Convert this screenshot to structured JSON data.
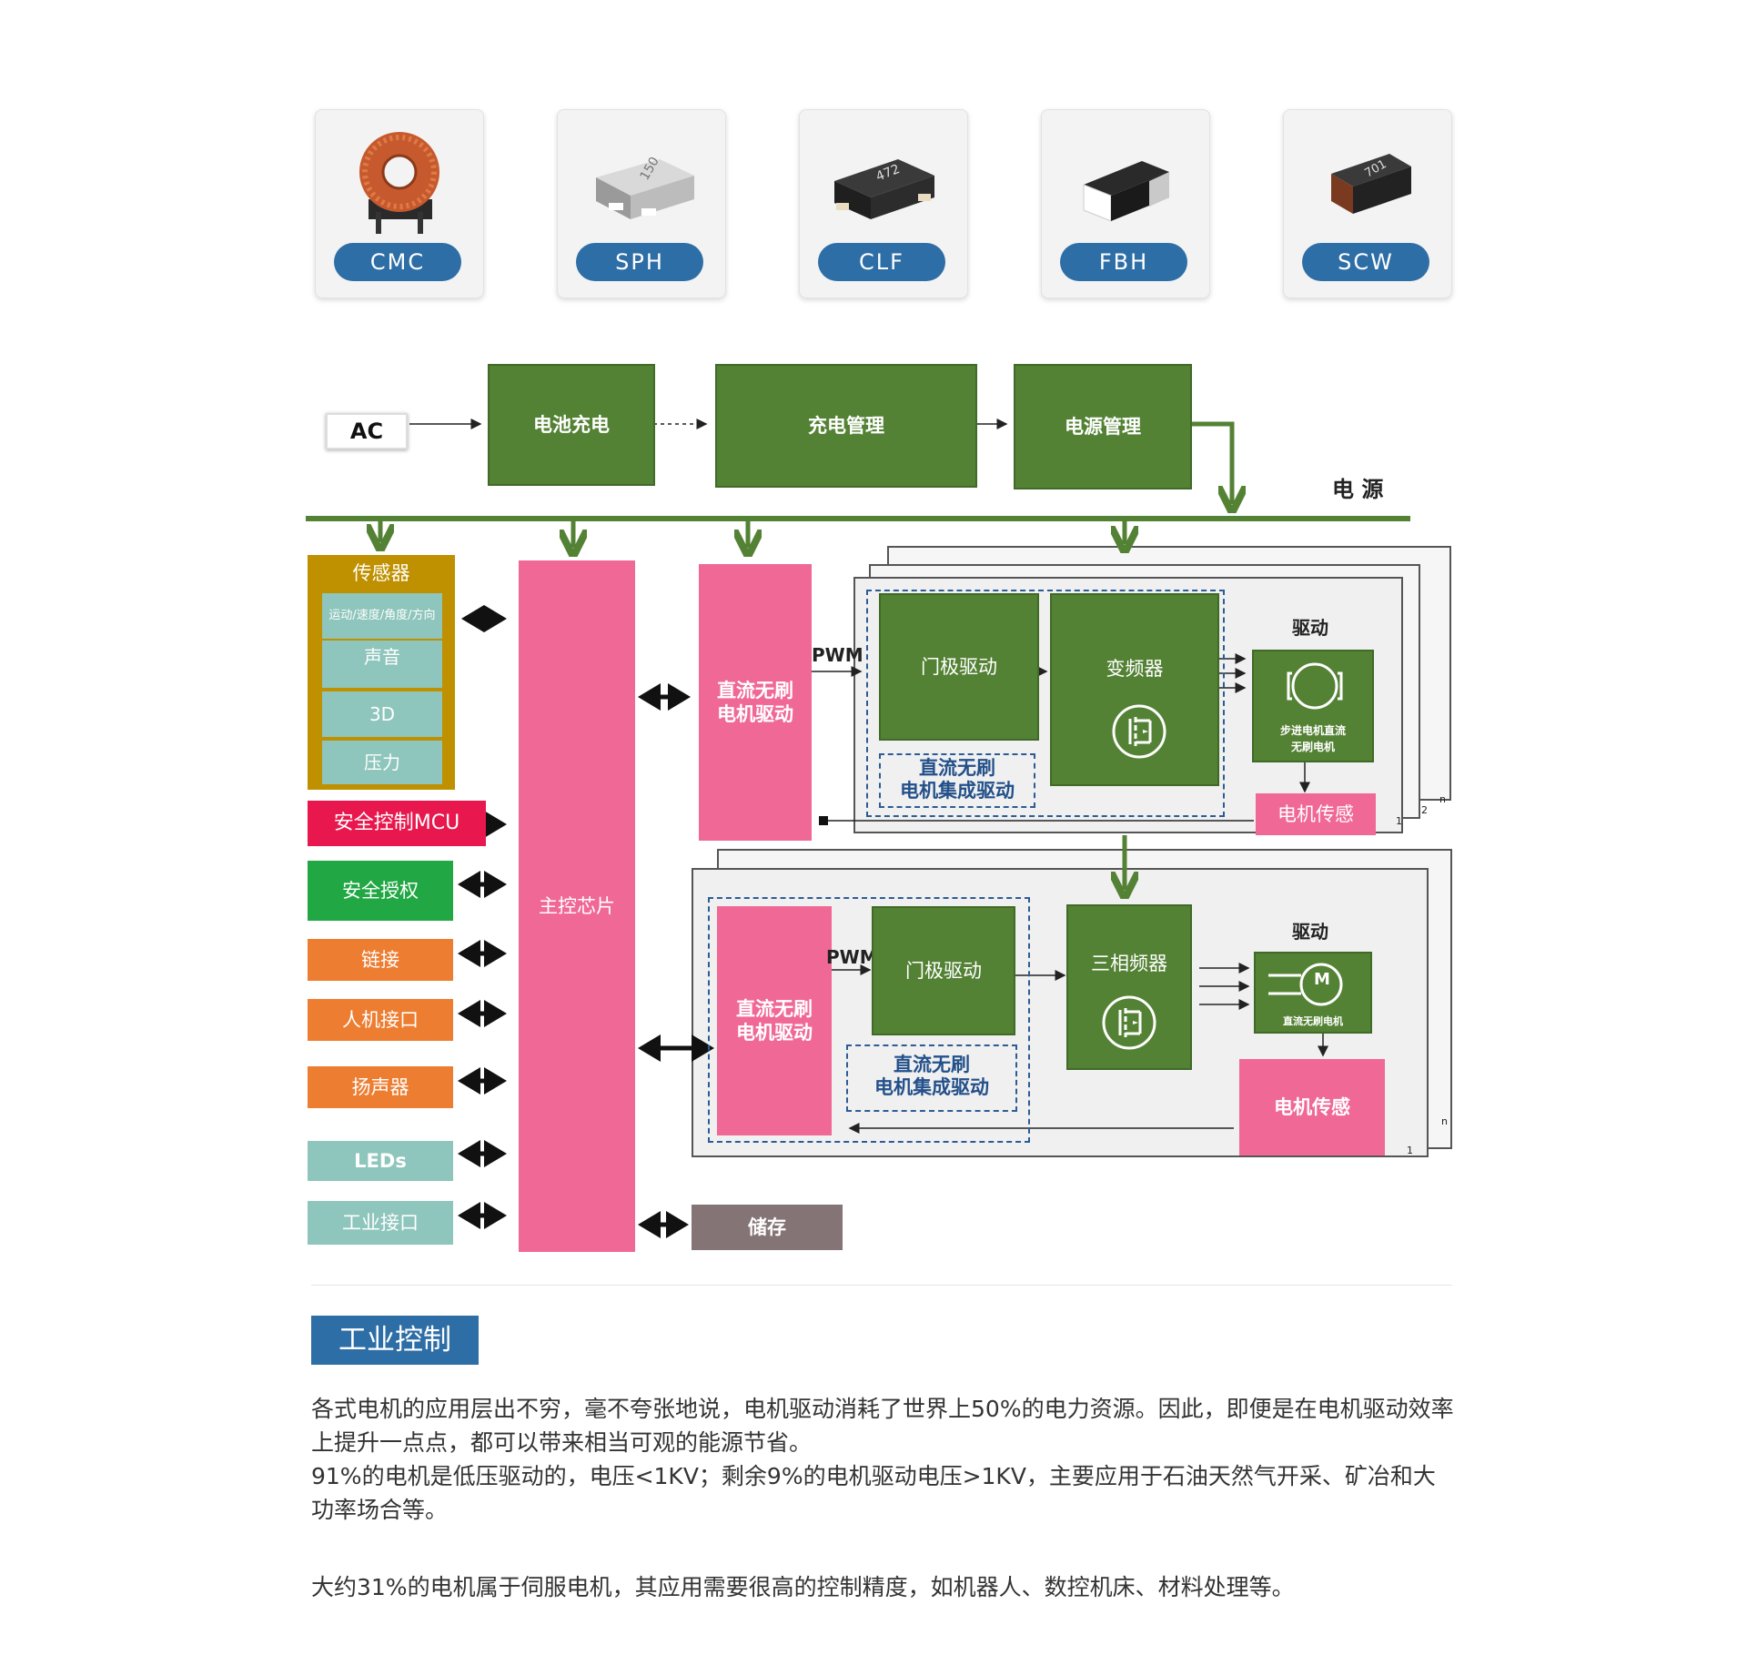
{
  "products": [
    {
      "label": "CMC",
      "icon": "toroid-inductor-icon"
    },
    {
      "label": "SPH",
      "icon": "smd-power-inductor-icon",
      "marking": "150"
    },
    {
      "label": "CLF",
      "icon": "smd-inductor-icon",
      "marking": "472"
    },
    {
      "label": "FBH",
      "icon": "ferrite-bead-icon"
    },
    {
      "label": "SCW",
      "icon": "chip-inductor-icon",
      "marking": "701"
    }
  ],
  "diagram": {
    "ac": "AC",
    "battery_charge": "电池充电",
    "charge_mgmt": "充电管理",
    "power_mgmt": "电源管理",
    "power_bus": "电 源",
    "sensor": {
      "title": "传感器",
      "items": [
        "运动/速度/角度/方向",
        "声音",
        "3D",
        "压力"
      ]
    },
    "left_blocks": [
      "安全控制MCU",
      "安全授权",
      "链接",
      "人机接口",
      "扬声器",
      "LEDs",
      "工业接口"
    ],
    "main_chip": "主控芯片",
    "storage": "储存",
    "upper": {
      "bldc_driver": "直流无刷\n电机驱动",
      "pwm": "PWM",
      "gate_drive": "门极驱动",
      "inverter": "变频器",
      "integrated": "直流无刷\n电机集成驱动",
      "drive": "驱动",
      "motor": "步进电机直流\n无刷电机",
      "motor_sense": "电机传感",
      "stack": [
        "1",
        "2",
        "n"
      ]
    },
    "lower": {
      "bldc_driver": "直流无刷\n电机驱动",
      "pwm": "PWM",
      "gate_drive": "门极驱动",
      "inverter": "三相频器",
      "integrated": "直流无刷\n电机集成驱动",
      "drive": "驱动",
      "motor_letter": "M",
      "motor": "直流无刷电机",
      "motor_sense": "电机传感",
      "stack": [
        "1",
        "n"
      ]
    }
  },
  "section": {
    "tag": "工业控制",
    "p1": "各式电机的应用层出不穷，毫不夸张地说，电机驱动消耗了世界上50%的电力资源。因此，即便是在电机驱动效率上提升一点点，都可以带来相当可观的能源节省。",
    "p2": "91%的电机是低压驱动的，电压<1KV；剩余9%的电机驱动电压>1KV，主要应用于石油天然气开采、矿冶和大功率场合等。",
    "p3": "大约31%的电机属于伺服电机，其应用需要很高的控制精度，如机器人、数控机床、材料处理等。"
  },
  "colors": {
    "pill_blue": "#2e6ea6",
    "block_green": "#548235",
    "block_pink": "#f06896",
    "sensor_gold": "#bf9000",
    "sensor_teal": "#8ec5bc",
    "safety_red": "#e8174d",
    "auth_green": "#21a744",
    "orange": "#ed7d31",
    "storage_gray": "#857476",
    "dash_blue": "#2d5c95"
  }
}
